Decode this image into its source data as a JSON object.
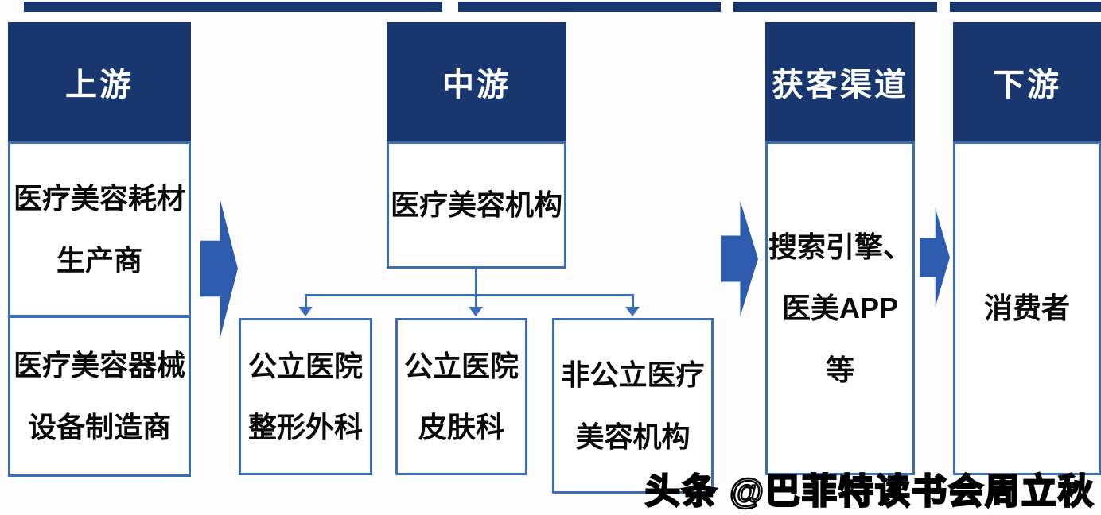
{
  "colors": {
    "header_bg": "#17376e",
    "flow_arrow_blue": "#2e5cad",
    "box_border_blue": "#3a6db5",
    "box_text": "#0a0a0a",
    "header_text": "#ffffff"
  },
  "columns": {
    "upstream": {
      "header": "上游",
      "boxes": [
        {
          "line1": "医疗美容耗材",
          "line2": "生产商"
        },
        {
          "line1": "医疗美容器械",
          "line2": "设备制造商"
        }
      ]
    },
    "midstream": {
      "header": "中游",
      "main_box": "医疗美容机构",
      "sub_boxes": [
        {
          "line1": "公立医院",
          "line2": "整形外科"
        },
        {
          "line1": "公立医院",
          "line2": "皮肤科"
        },
        {
          "line1": "非公立医疗",
          "line2": "美容机构"
        }
      ]
    },
    "channel": {
      "header": "获客渠道",
      "box_line1": "搜索引擎、",
      "box_line2": "医美APP等"
    },
    "downstream": {
      "header": "下游",
      "box": "消费者"
    }
  },
  "watermark": "头条 @巴菲特读书会周立秋"
}
